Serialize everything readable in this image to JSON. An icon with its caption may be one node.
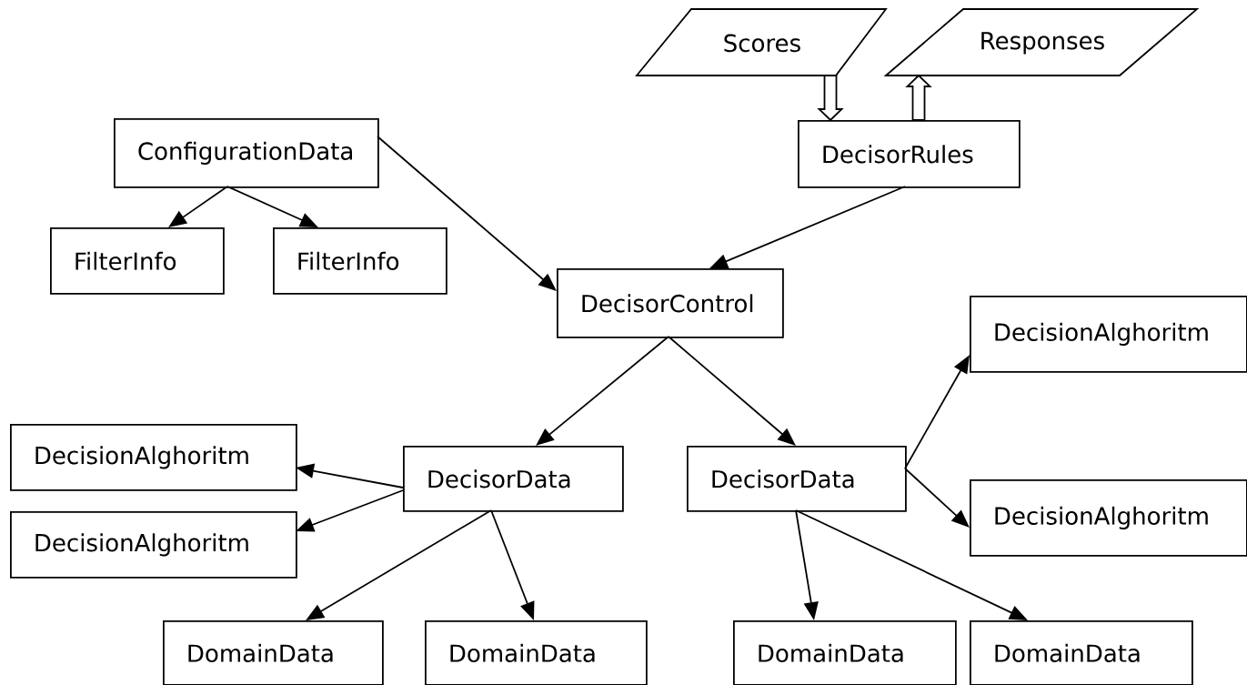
{
  "diagram": {
    "nodes": [
      {
        "text": [
          "Scores"
        ]
      },
      {
        "text": [
          "Responses"
        ]
      },
      {
        "text": [
          "ConfigurationData"
        ]
      },
      {
        "text": [
          "DecisorRules"
        ]
      },
      {
        "text": [
          "FilterInfo"
        ]
      },
      {
        "text": [
          "FilterInfo"
        ]
      },
      {
        "text": [
          "DecisorControl"
        ]
      },
      {
        "text": [
          "DecisionAlghoritm"
        ]
      },
      {
        "text": [
          "DecisionAlghoritm"
        ]
      },
      {
        "text": [
          "DecisorData"
        ]
      },
      {
        "text": [
          "DecisorData"
        ]
      },
      {
        "text": [
          "DecisionAlghoritm"
        ]
      },
      {
        "text": [
          "DecisionAlghoritm"
        ]
      },
      {
        "text": [
          "DomainData"
        ]
      },
      {
        "text": [
          "DomainData"
        ]
      },
      {
        "text": [
          "DomainData"
        ]
      },
      {
        "text": [
          "DomainData"
        ]
      }
    ],
    "edges": [
      {
        "from": 0,
        "to": 3,
        "arrow": "to",
        "style": "thick"
      },
      {
        "from": 3,
        "to": 1,
        "arrow": "to",
        "style": "thick"
      },
      {
        "from": 2,
        "to": 4,
        "arrow": "to"
      },
      {
        "from": 2,
        "to": 5,
        "arrow": "to"
      },
      {
        "from": 2,
        "to": 6,
        "arrow": "to"
      },
      {
        "from": 3,
        "to": 6,
        "arrow": "to"
      },
      {
        "from": 6,
        "to": 9,
        "arrow": "to"
      },
      {
        "from": 6,
        "to": 10,
        "arrow": "to"
      },
      {
        "from": 9,
        "to": 8,
        "arrow": "to"
      },
      {
        "from": 9,
        "to": 11,
        "arrow": "to"
      },
      {
        "from": 9,
        "to": 13,
        "arrow": "to"
      },
      {
        "from": 9,
        "to": 14,
        "arrow": "to"
      },
      {
        "from": 10,
        "to": 7,
        "arrow": "to"
      },
      {
        "from": 10,
        "to": 12,
        "arrow": "to"
      },
      {
        "from": 10,
        "to": 15,
        "arrow": "to"
      },
      {
        "from": 10,
        "to": 16,
        "arrow": "to"
      }
    ]
  }
}
